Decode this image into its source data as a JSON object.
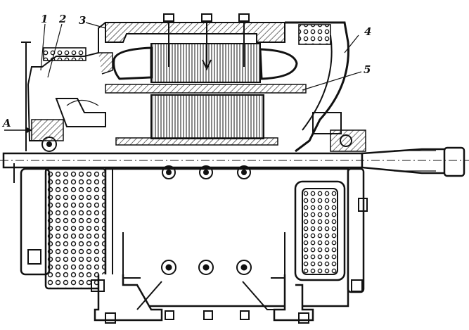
{
  "labels": {
    "l1": "1",
    "l2": "2",
    "l3": "3",
    "l4": "4",
    "l5": "5",
    "lA": "A"
  },
  "colors": {
    "ink": "#111111",
    "paper": "#ffffff",
    "hatch": "#555555"
  }
}
